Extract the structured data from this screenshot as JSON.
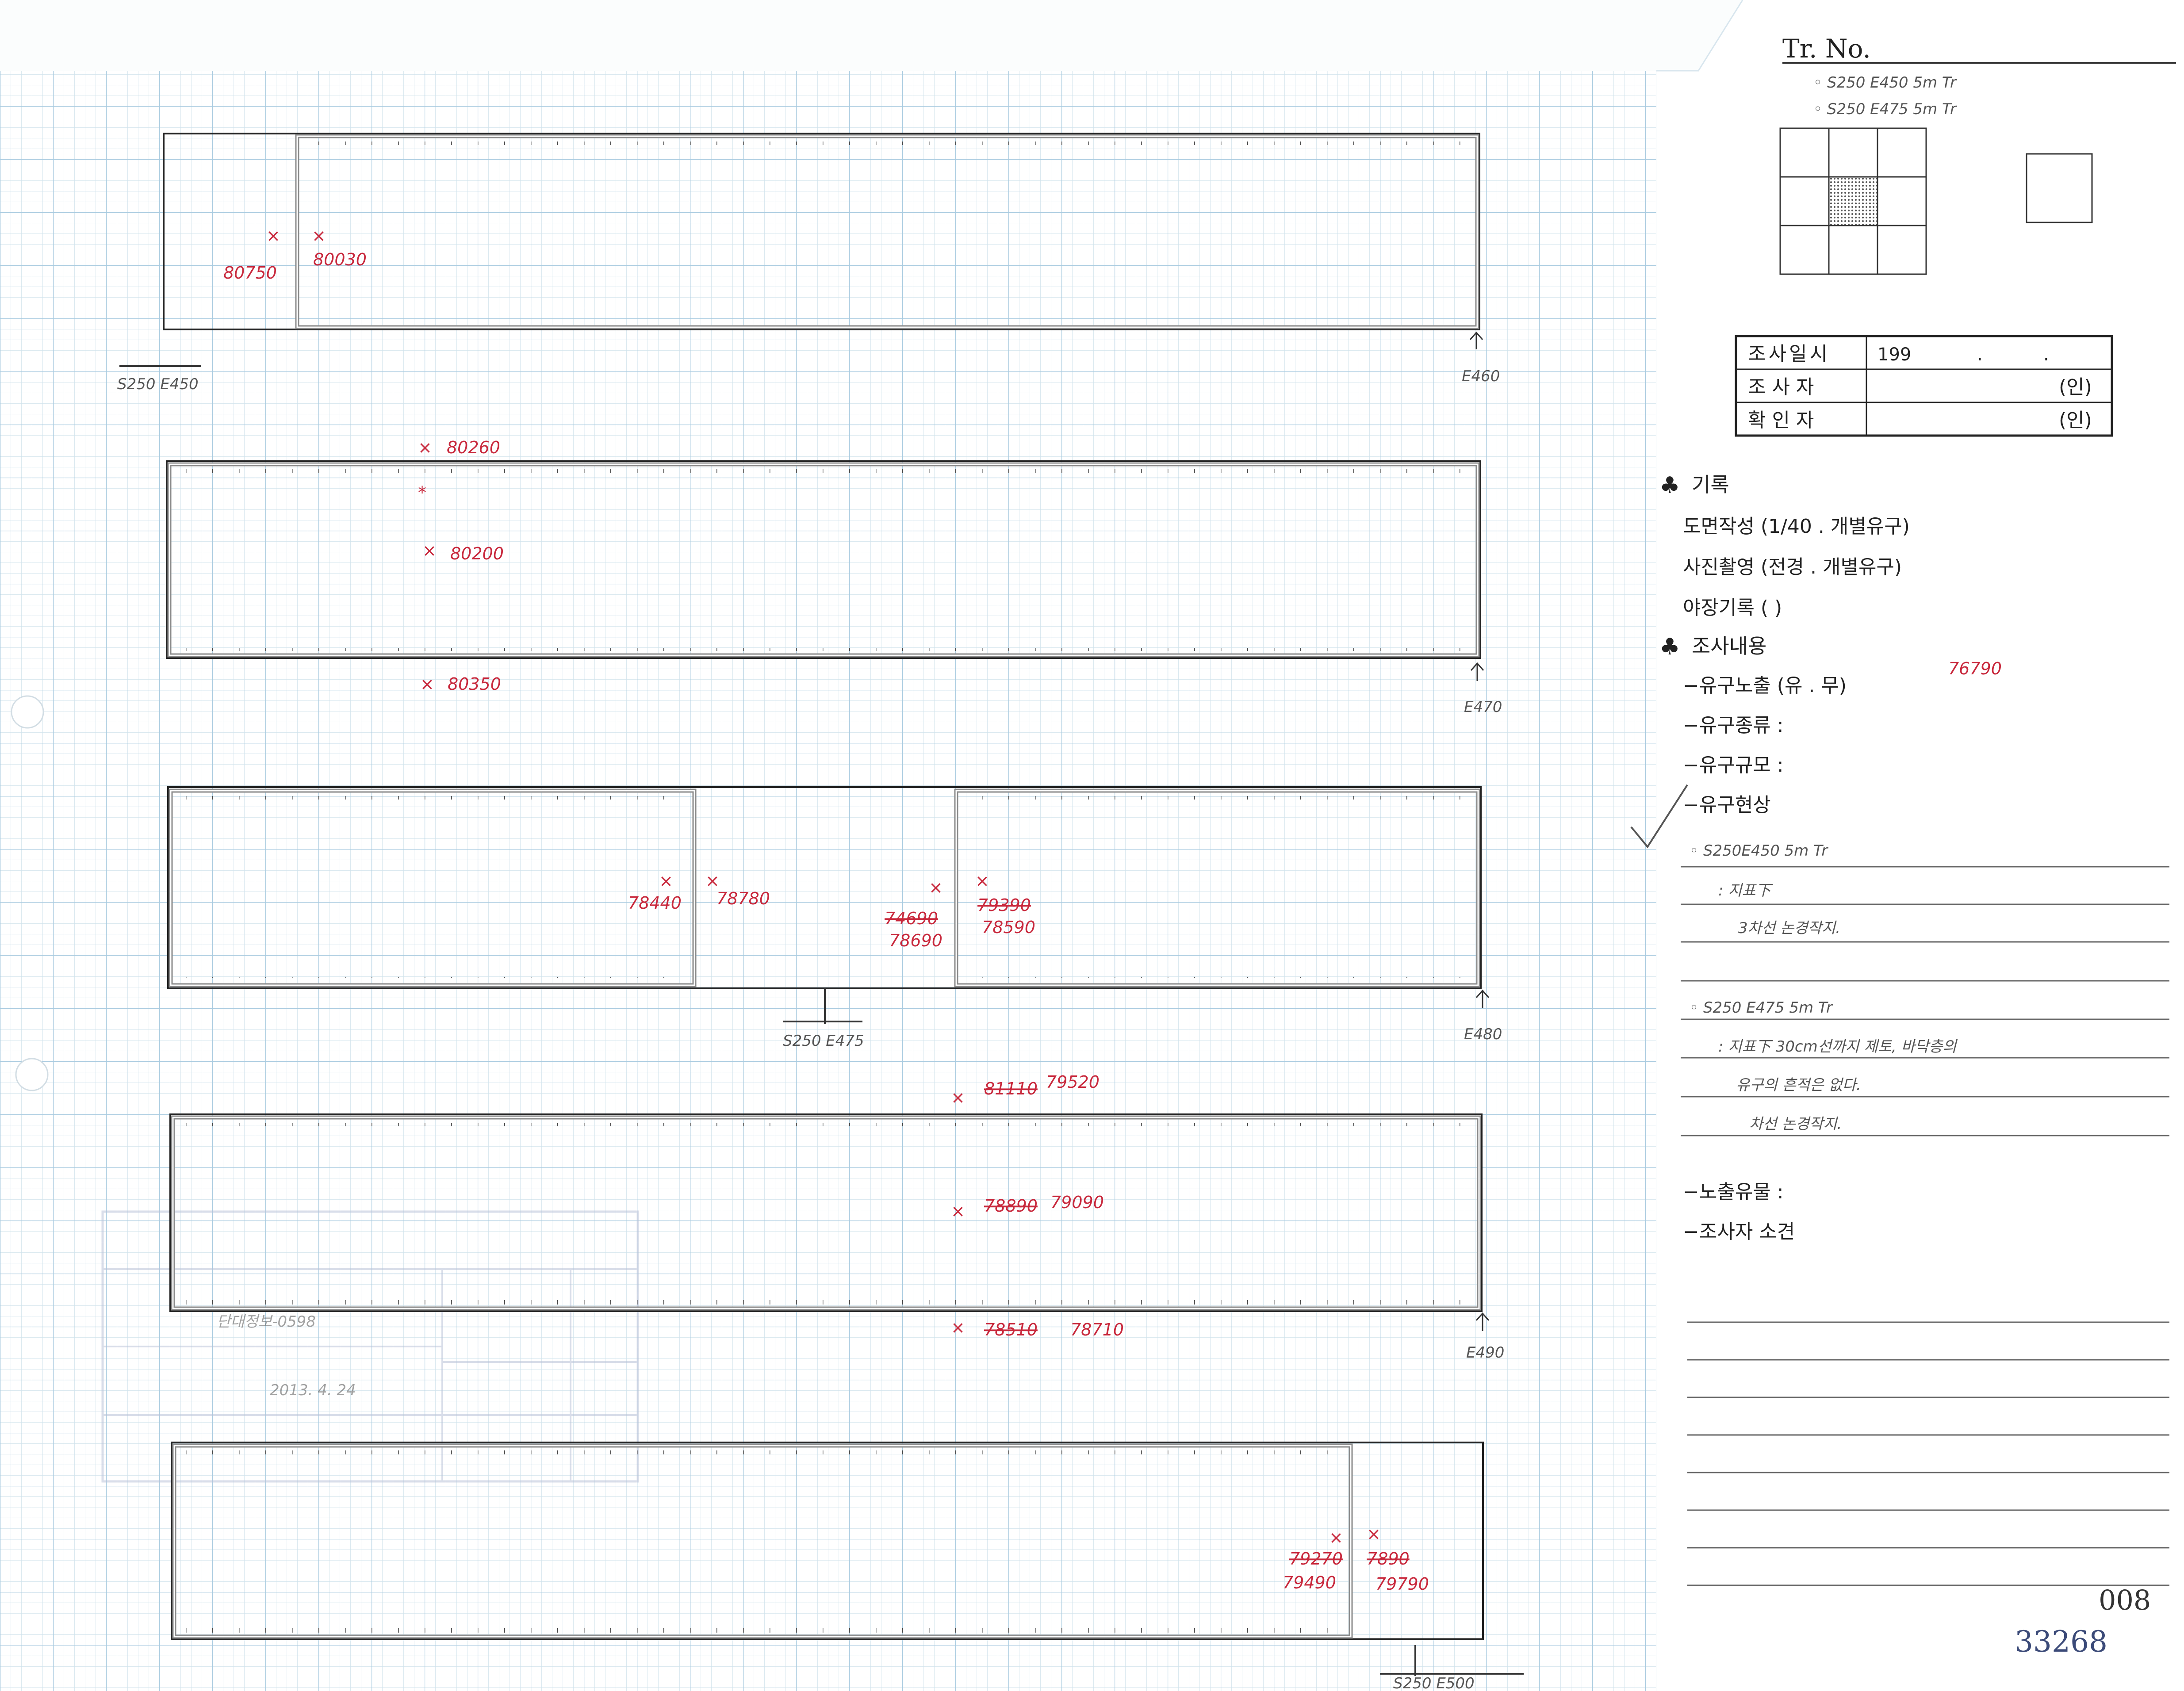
{
  "header": {
    "tr_no": "Tr. No.",
    "trench_notes": [
      "◦ S250 E450 5m Tr",
      "◦ S250 E475 5m Tr"
    ]
  },
  "form": {
    "rows": [
      {
        "label": "조사일시",
        "value": "199",
        "sep1": ".",
        "sep2": "."
      },
      {
        "label": "조 사 자",
        "value": "(인)"
      },
      {
        "label": "확 인 자",
        "value": "(인)"
      }
    ],
    "club": "♣",
    "section_record": "기록",
    "record_items": [
      "도면작성 (1/40 .   개별유구)",
      "사진촬영 (전경 .   개별유구)",
      "야장기록 (        )"
    ],
    "section_content": "조사내용",
    "content_items": [
      "−유구노출 (유 . 무)",
      "−유구종류 :",
      "−유구규모 :",
      "−유구현상"
    ],
    "content_note": "76790",
    "hand_notes": [
      "◦ S250E450 5m Tr",
      ": 지표下",
      "3차선 논경작지.",
      "◦ S250 E475 5m Tr",
      ": 지표下 30cm선까지 제토, 바닥층의",
      "유구의 흔적은 없다.",
      "차선 논경작지."
    ],
    "exposed_relics": "−노출유물 :",
    "opinion": "−조사자 소견"
  },
  "drawing": {
    "strip1": {
      "corner": "S250 E450",
      "end": "E460",
      "pts": [
        "80750",
        "80030"
      ]
    },
    "strip2": {
      "end": "E470",
      "pts": [
        "80260",
        "80200",
        "80350"
      ]
    },
    "strip3": {
      "corner": "S250 E475",
      "end": "E480",
      "pts": [
        "78440",
        "78780",
        "78690",
        "78590"
      ],
      "struck": [
        "74690",
        "79390"
      ]
    },
    "strip4": {
      "end": "E490",
      "pts": [
        "79520",
        "79090",
        "78710"
      ],
      "struck": [
        "81110",
        "78890",
        "78510"
      ]
    },
    "strip5": {
      "corner": "S250 E500",
      "pts": [
        "79490",
        "79790"
      ],
      "struck": [
        "79270",
        "7890"
      ]
    }
  },
  "stamp": {
    "code": "단대정보-0598",
    "date": "2013. 4. 24"
  },
  "footer": {
    "page": "008",
    "serial": "33268"
  }
}
